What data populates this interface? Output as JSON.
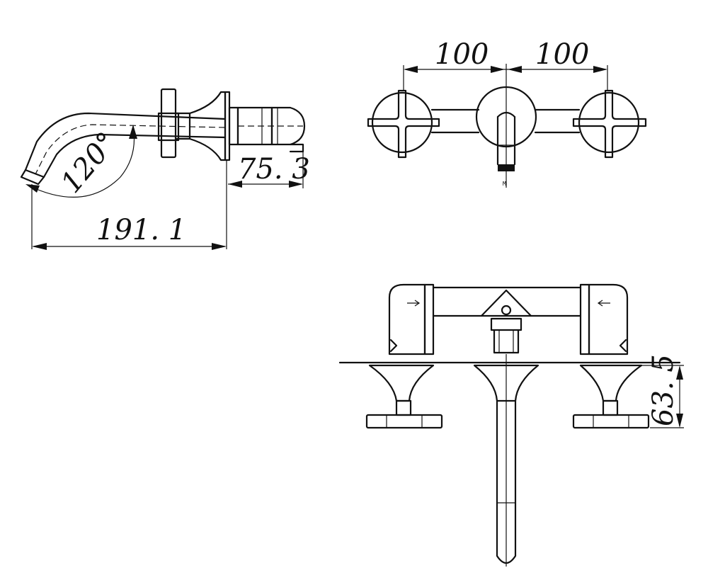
{
  "dimensions": {
    "spout_length": "191. 1",
    "spout_angle": "120°",
    "spout_depth": "75. 3",
    "left_spacing": "100",
    "right_spacing": "100",
    "valve_height": "63. 5"
  },
  "labels": {
    "marking": "M"
  }
}
